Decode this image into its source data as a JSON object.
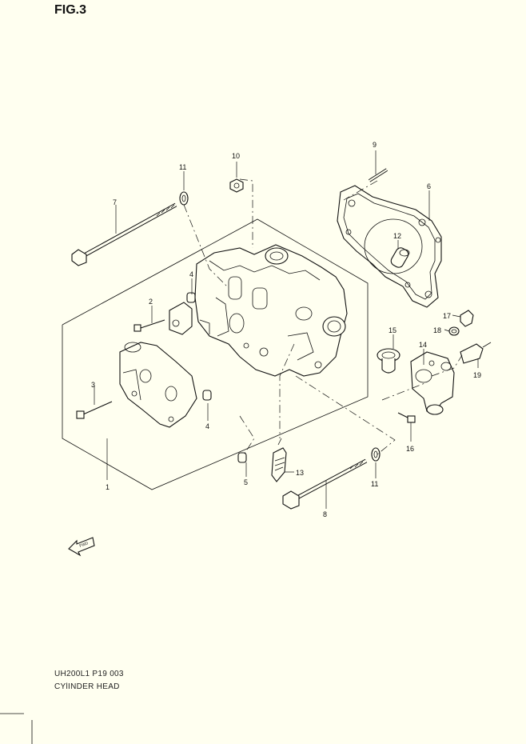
{
  "header": {
    "title": "FIG.3"
  },
  "footer": {
    "code": "UH200L1 P19  003",
    "subtitle": "CYlINDER HEAD"
  },
  "fwd_label": "FWD",
  "callouts": {
    "c1": "1",
    "c2": "2",
    "c3": "3",
    "c4a": "4",
    "c4b": "4",
    "c5": "5",
    "c6": "6",
    "c7": "7",
    "c8": "8",
    "c9": "9",
    "c10": "10",
    "c11a": "11",
    "c11b": "11",
    "c12": "12",
    "c13": "13",
    "c14": "14",
    "c15": "15",
    "c16": "16",
    "c17": "17",
    "c18": "18",
    "c19": "19"
  }
}
